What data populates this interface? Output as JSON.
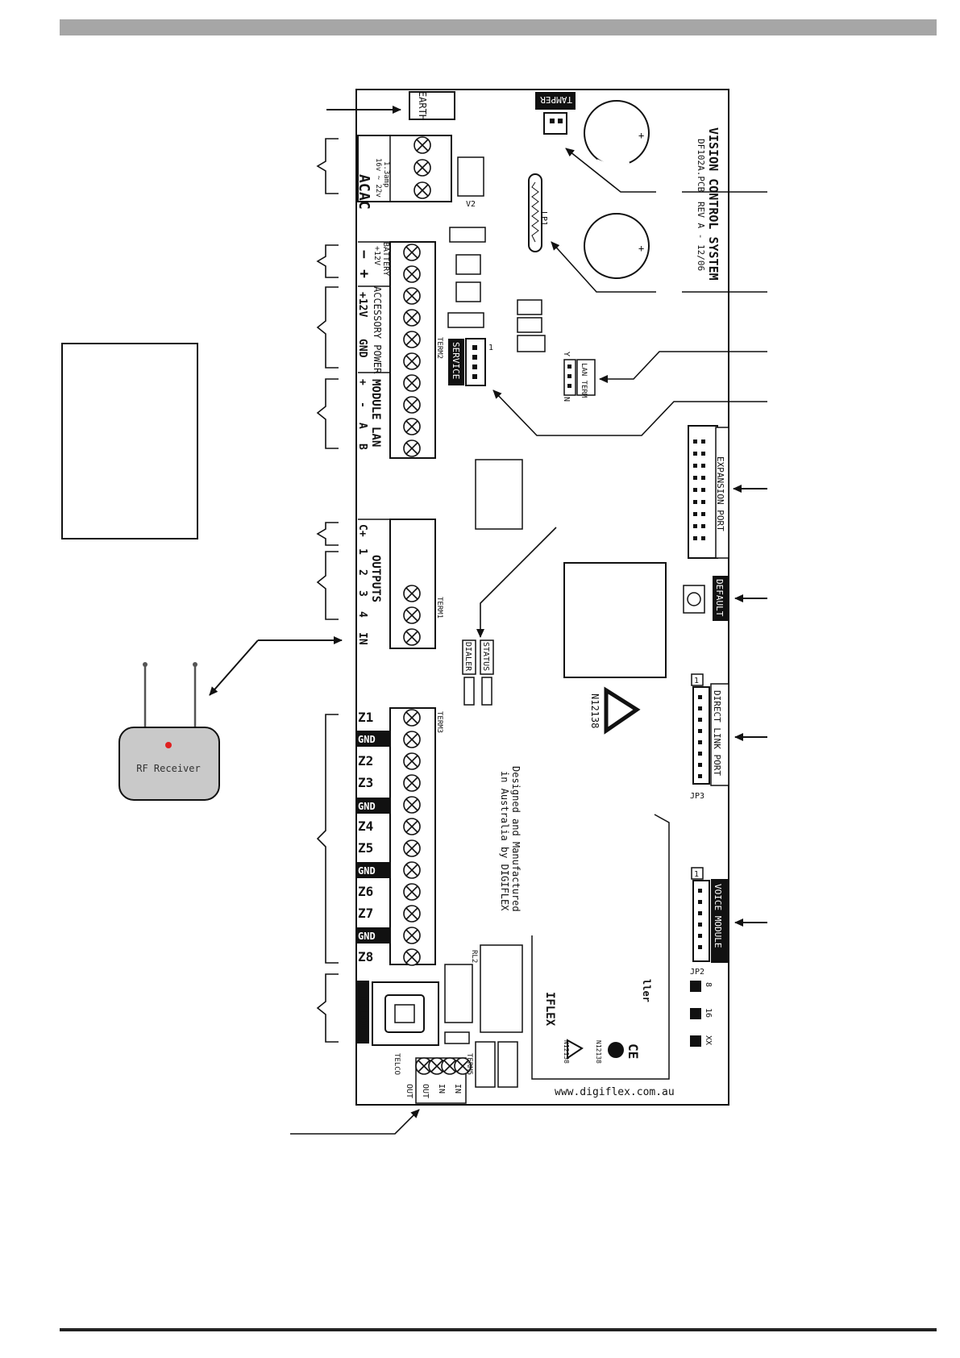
{
  "board": {
    "title": "VISION CONTROL SYSTEM",
    "pcb": "DF102A.PCB",
    "rev": "REV A  - 12/06",
    "url": "www.digiflex.com.au",
    "designed": "Designed and Manufactured",
    "designed2": "in Australia by DIGIFLEX",
    "cert": "N12138"
  },
  "labels": {
    "earth": "EARTH",
    "tamper": "TAMPER",
    "ac1": "AC",
    "ac2": "AC",
    "ac_spec1": "16v ~ 22v",
    "ac_spec2": "1.3amp",
    "battery1": "+12V",
    "battery2": "BATTERY",
    "batt_minus": "−",
    "batt_plus": "+",
    "accessory": "ACCESSORY POWER",
    "acc_12v": "+12V",
    "acc_gnd": "GND",
    "module_lan": "MODULE LAN",
    "lan_plus": "+",
    "lan_minus": "-",
    "lan_a": "A",
    "lan_b": "B",
    "term2": "TERM2",
    "term1": "TERM1",
    "term3": "TERM3",
    "term5": "TERM5",
    "outputs": "OUTPUTS",
    "out_c": "C+",
    "out_1": "1",
    "out_2": "2",
    "out_3": "3",
    "out_4": "4",
    "out_in": "IN",
    "service": "SERVICE",
    "lan_term": "LAN TERM",
    "lan_term_y": "Y",
    "lan_term_n": "N",
    "lp1": "LP1",
    "v2": "V2",
    "expansion": "EXPANSION PORT",
    "default": "DEFAULT",
    "direct_link": "DIRECT LINK PORT",
    "voice_module": "VOICE MODULE",
    "jp3": "JP3",
    "jp2": "JP2",
    "dialer": "DIALER",
    "status": "STATUS",
    "telco": "TELCO",
    "telco_small": "TELCO",
    "rl2": "RL2",
    "z1": "Z1",
    "z2": "Z2",
    "z3": "Z3",
    "z4": "Z4",
    "z5": "Z5",
    "z6": "Z6",
    "z7": "Z7",
    "z8": "Z8",
    "gnd": "GND",
    "out": "OUT",
    "in": "IN",
    "sw_8": "8",
    "sw_16": "16",
    "sw_xx": "XX",
    "one": "1",
    "iflex": "IFLEX",
    "ller": "ller",
    "rf_receiver": "RF Receiver"
  },
  "colors": {
    "ink": "#111111",
    "bar": "#a6a6a6",
    "rf_fill": "#c9c9c9",
    "led": "#e02020"
  }
}
